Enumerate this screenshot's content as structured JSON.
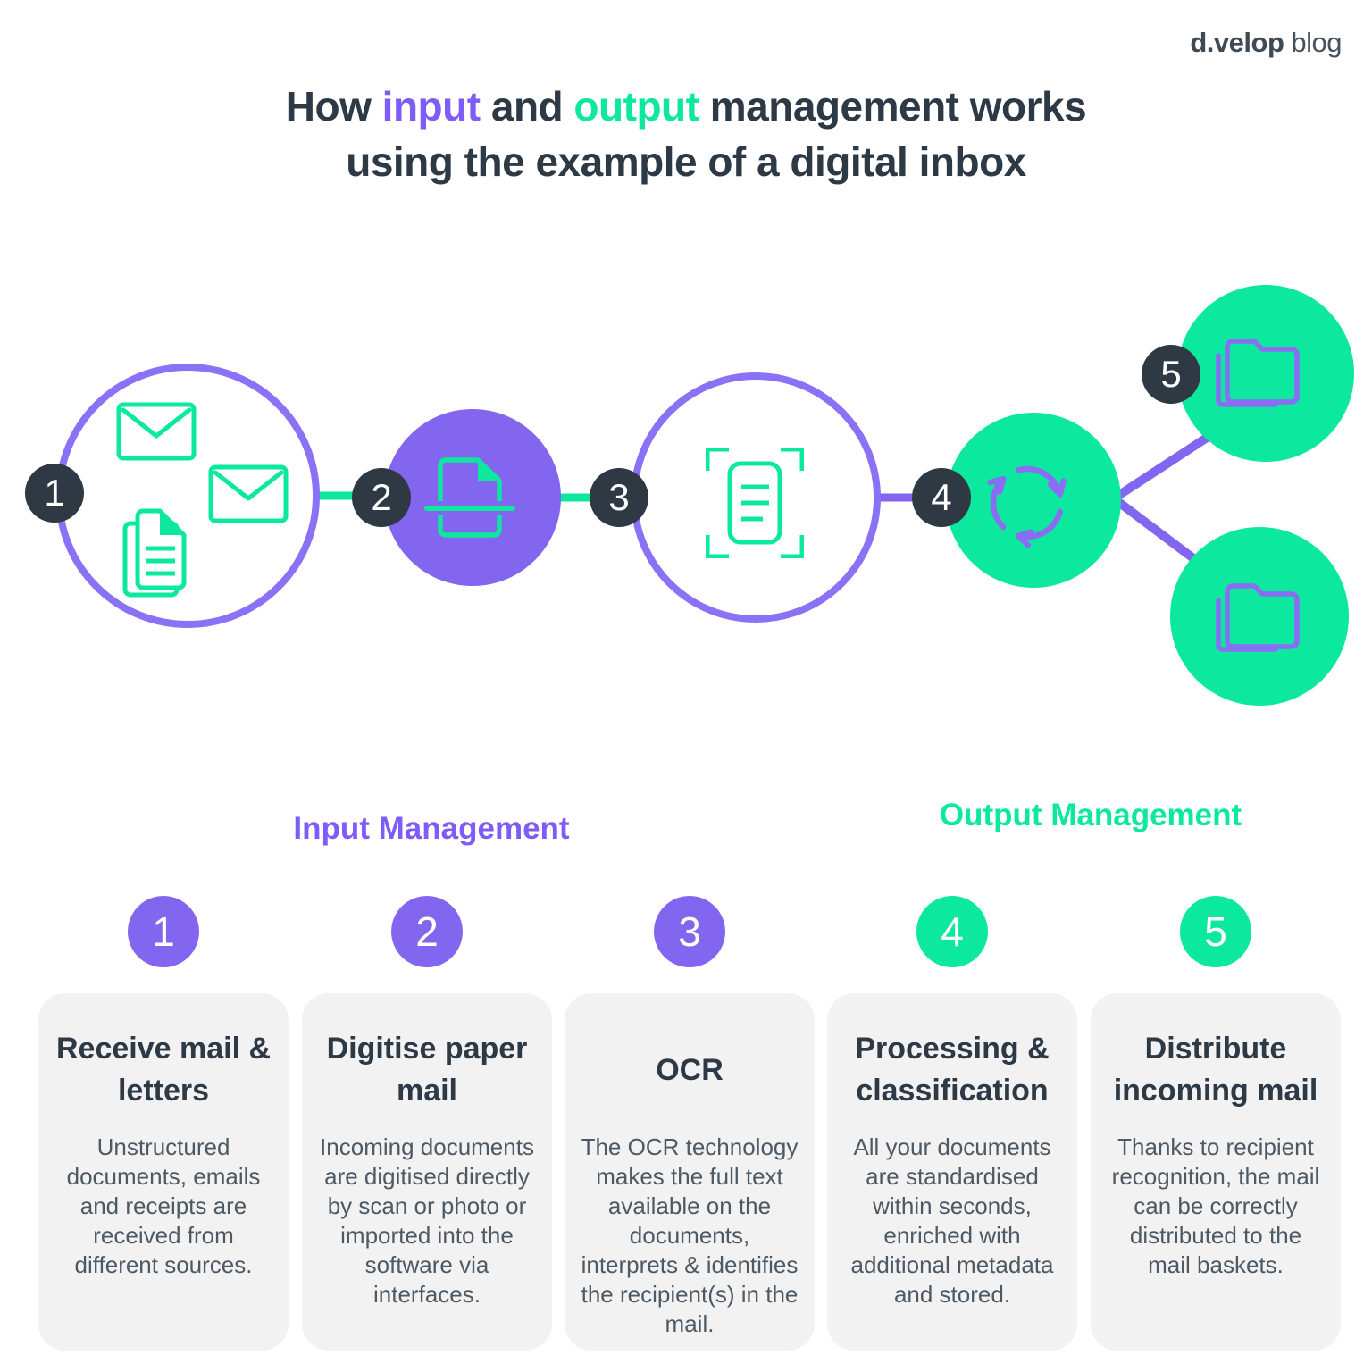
{
  "logo": {
    "brand": "d.velop",
    "suffix": "blog"
  },
  "title": {
    "part1": "How ",
    "input_word": "input",
    "part2": " and ",
    "output_word": "output",
    "part3": " management works",
    "line2": "using the example of a digital inbox"
  },
  "sections": {
    "input_label": "Input Management",
    "output_label": "Output Management"
  },
  "flow": {
    "icons": [
      "envelope-icon",
      "envelope-icon",
      "document-stack-icon",
      "scan-document-icon",
      "ocr-scan-icon",
      "process-sync-icon",
      "folder-icon",
      "folder-icon"
    ]
  },
  "steps": [
    {
      "number": "1",
      "color": "purple",
      "title": "Receive mail & letters",
      "body": "Unstructured documents, emails and receipts are received from different sources."
    },
    {
      "number": "2",
      "color": "purple",
      "title": "Digitise paper mail",
      "body": "Incoming documents are digitised directly by scan or photo or imported into the software via interfaces."
    },
    {
      "number": "3",
      "color": "purple",
      "title": "OCR",
      "body": "The OCR technology makes the full text available on the documents, interprets & identifies the recipient(s) in the mail."
    },
    {
      "number": "4",
      "color": "green",
      "title": "Processing & classification",
      "body": "All your documents are standardised within seconds, enriched with additional metadata and stored."
    },
    {
      "number": "5",
      "color": "green",
      "title": "Distribute incoming mail",
      "body": "Thanks to recipient recognition, the mail can be correctly distributed to the mail baskets."
    }
  ],
  "colors": {
    "purple": "#8266f0",
    "purple_light": "#8a71f5",
    "green": "#0ce89e",
    "dark_badge": "#2e3944",
    "heading_text": "#2d3a46",
    "body_text": "#4d5963",
    "card_bg": "#f2f2f3"
  }
}
